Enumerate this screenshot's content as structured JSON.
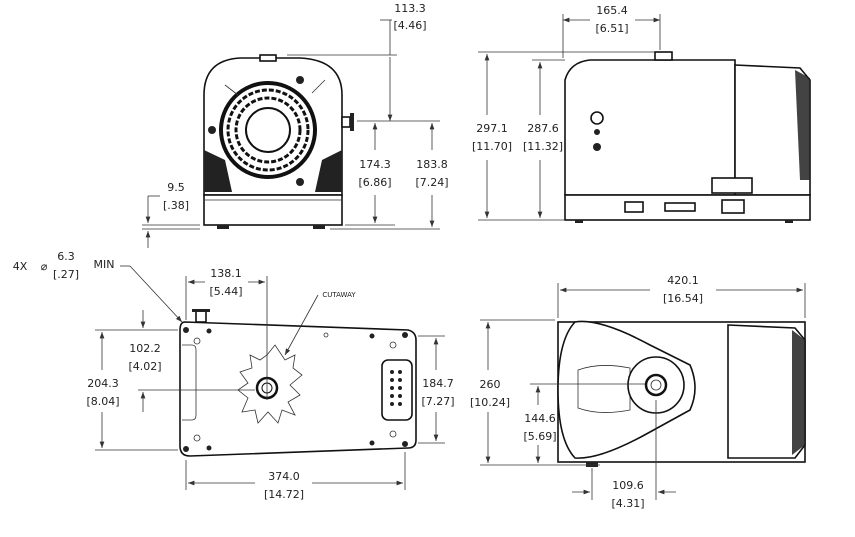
{
  "front_view": {
    "height_to_inlet": {
      "mm": "113.3",
      "in": "[4.46]"
    },
    "height_to_side_port": {
      "mm": "174.3",
      "in": "[6.86]"
    },
    "height_total_side": {
      "mm": "183.8",
      "in": "[7.24]"
    },
    "foot_height": {
      "mm": "9.5",
      "in": "[.38]"
    }
  },
  "side_view": {
    "inlet_offset": {
      "mm": "165.4",
      "in": "[6.51]"
    },
    "overall_height": {
      "mm": "297.1",
      "in": "[11.70]"
    },
    "body_height": {
      "mm": "287.6",
      "in": "[11.32]"
    }
  },
  "bottom_view": {
    "hole_note": {
      "qty": "4X",
      "symbol": "⌀",
      "mm": "6.3",
      "in": "[.27]",
      "suffix": "MIN"
    },
    "center_offset_x": {
      "mm": "138.1",
      "in": "[5.44]"
    },
    "cutaway_label": "CUTAWAY",
    "center_offset_y": {
      "mm": "102.2",
      "in": "[4.02]"
    },
    "overall_width": {
      "mm": "204.3",
      "in": "[8.04]"
    },
    "foot_spacing_y": {
      "mm": "184.7",
      "in": "[7.27]"
    },
    "foot_spacing_x": {
      "mm": "374.0",
      "in": "[14.72]"
    }
  },
  "top_view": {
    "overall_length": {
      "mm": "420.1",
      "in": "[16.54]"
    },
    "overall_depth": {
      "mm": "260",
      "in": "[10.24]"
    },
    "inlet_offset_y": {
      "mm": "144.6",
      "in": "[5.69]"
    },
    "inlet_offset_x": {
      "mm": "109.6",
      "in": "[4.31]"
    }
  }
}
